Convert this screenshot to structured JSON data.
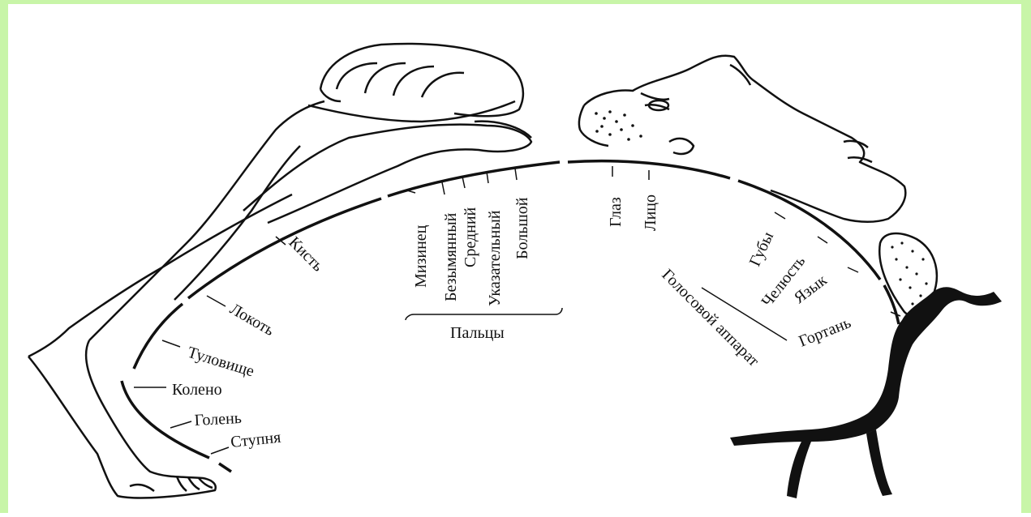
{
  "frame_color": "#c8f5a8",
  "labels": {
    "kist": "Кисть",
    "lokot": "Локоть",
    "tulovishche": "Туловище",
    "koleno": "Колено",
    "golen": "Голень",
    "stupnya": "Ступня",
    "mizinets": "Мизинец",
    "bezymyanny": "Безымянный",
    "sredny": "Средний",
    "ukazatelny": "Указательный",
    "bolshoy": "Большой",
    "paltsy": "Пальцы",
    "glaz": "Глаз",
    "litso": "Лицо",
    "guby": "Губы",
    "chelyust": "Челюсть",
    "yazyk": "Язык",
    "gortan": "Гортань",
    "golosovoy_apparat": "Голосовой аппарат"
  }
}
